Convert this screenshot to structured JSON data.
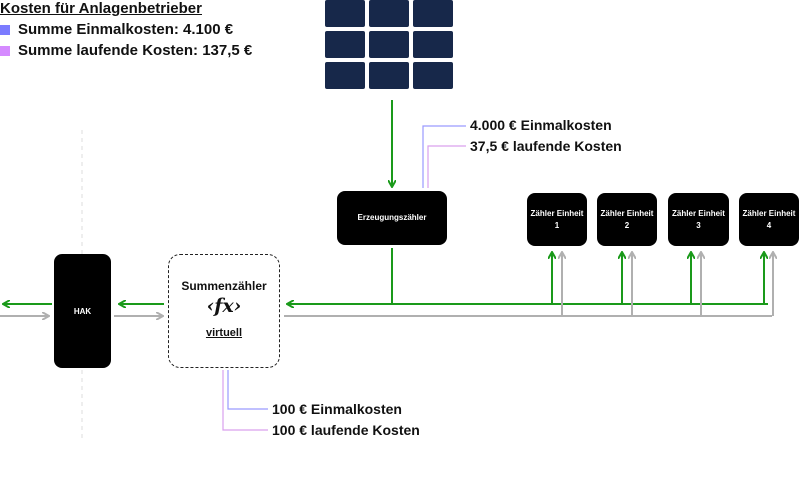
{
  "legend": {
    "title": "Kosten für Anlagenbetrieber",
    "items": [
      {
        "label": "Summe  Einmalkosten: 4.100 €",
        "color": "#7b7bff"
      },
      {
        "label": "Summe  laufende Kosten: 137,5 €",
        "color": "#d58aff"
      }
    ]
  },
  "nodes": {
    "hak": "HAK",
    "erzeugungszaehler": "Erzeugungszähler",
    "summenzaehler": {
      "title": "Summenzähler",
      "formula": "fx",
      "subtitle": "virtuell"
    },
    "units": [
      {
        "line1": "Zähler Einheit",
        "line2": "1"
      },
      {
        "line1": "Zähler Einheit",
        "line2": "2"
      },
      {
        "line1": "Zähler Einheit",
        "line2": "3"
      },
      {
        "line1": "Zähler Einheit",
        "line2": "4"
      }
    ]
  },
  "costs": {
    "solar": {
      "one_time": "4.000 € Einmalkosten",
      "running": "37,5 € laufende Kosten"
    },
    "summenzaehler": {
      "one_time": "100 € Einmalkosten",
      "running": "100 € laufende Kosten"
    }
  },
  "colors": {
    "green_flow": "#1a9a1a",
    "grey_flow": "#b0b0b0",
    "one_time_line": "#9a9aff",
    "running_line": "#d9a0ee",
    "solar_panel": "#17284a",
    "box": "#000000"
  }
}
